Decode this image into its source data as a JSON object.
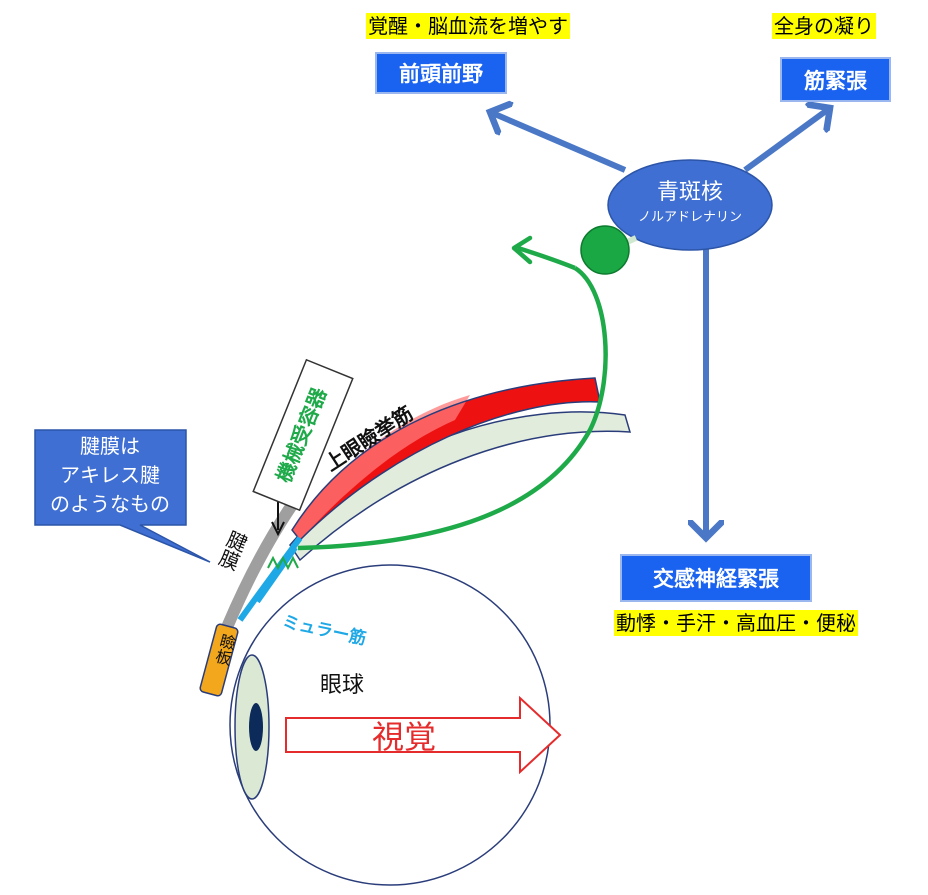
{
  "targets": {
    "frontal": {
      "label": "前頭前野",
      "note": "覚醒・脳血流を増やす"
    },
    "muscle": {
      "label": "筋緊張",
      "note": "全身の凝り"
    },
    "sympathetic": {
      "label": "交感神経緊張",
      "note": "動悸・手汗・高血圧・便秘"
    }
  },
  "nucleus": {
    "name": "青斑核",
    "transmitter": "ノルアドレナリン"
  },
  "callout": {
    "lines": [
      "腱膜は",
      "アキレス腱",
      "のようなもの"
    ]
  },
  "eye_labels": {
    "mechanoreceptor": "機械受容器",
    "levator": "上眼瞼挙筋",
    "aponeurosis": "腱膜",
    "tarsus": "瞼板",
    "muller": "ミュラー筋",
    "eyeball": "眼球",
    "vision": "視覚"
  },
  "colors": {
    "arrow_blue": "#4a78c6",
    "box_blue": "#1a63f0",
    "nerve_green": "#1faa4a",
    "muscle_red": "#ee1111",
    "muller_cyan": "#1fa8e6",
    "highlight": "#ffff00"
  }
}
